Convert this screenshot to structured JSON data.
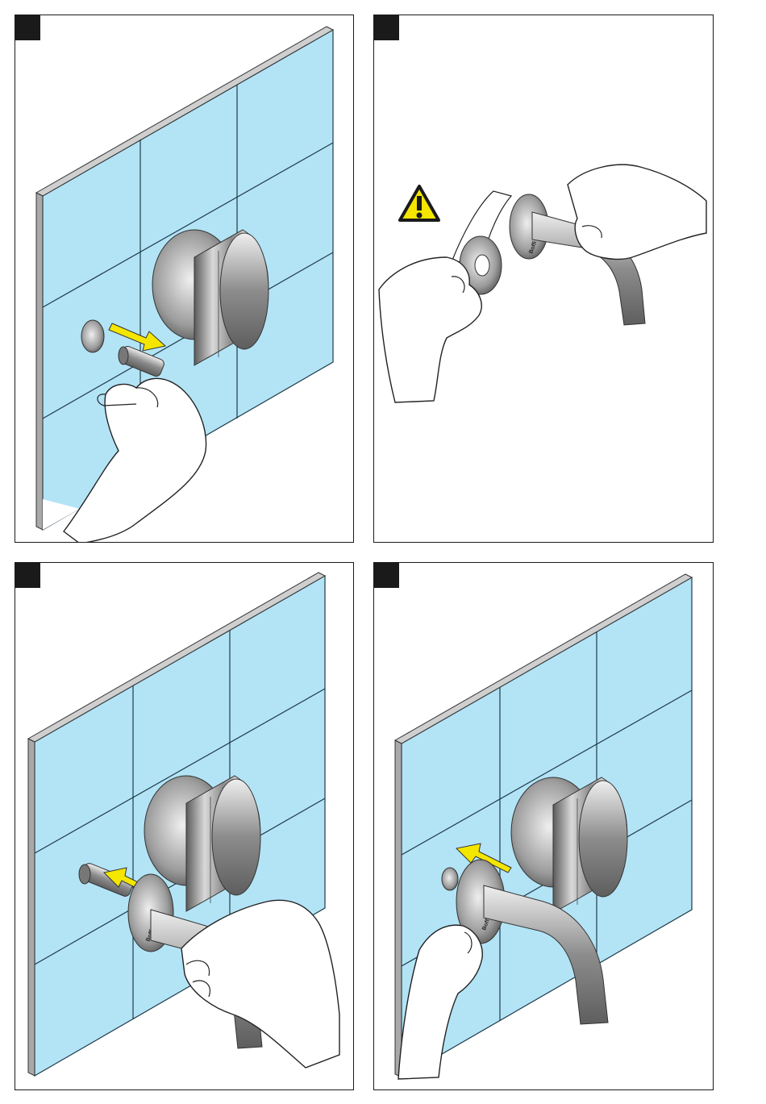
{
  "panels": [
    {
      "id": "1",
      "step_number": "",
      "action": "remove-plug-insert-threaded-pipe",
      "arrow_color": "#f5e600"
    },
    {
      "id": "2",
      "step_number": "",
      "action": "fit-rosette-and-sealing-ring-onto-spout",
      "warning_icon": "warning-triangle-icon",
      "warning_color": "#f5e600"
    },
    {
      "id": "3",
      "step_number": "",
      "action": "push-spout-with-rosette-onto-pipe",
      "arrow_color": "#f5e600"
    },
    {
      "id": "4",
      "step_number": "",
      "action": "push-rosette-against-wall",
      "arrow_color": "#f5e600"
    }
  ],
  "brand": {
    "logo_text": "Boffi"
  },
  "colors": {
    "tile": "#b3e4f6",
    "tile_edge": "#a9a9a9",
    "grout": "#1e3a48",
    "steel": "#9a9a9a",
    "arrow": "#f5e600"
  }
}
